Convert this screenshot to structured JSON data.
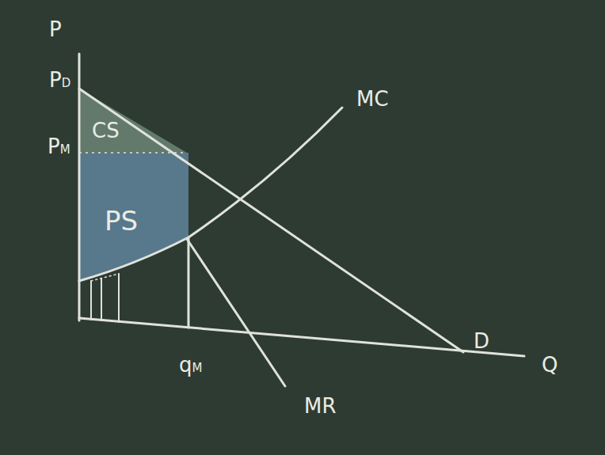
{
  "diagram": {
    "labels": [
      "P",
      "PD",
      "PM",
      "CS",
      "PS",
      "MC",
      "D",
      "MR",
      "qM",
      "Q"
    ]
  }
}
